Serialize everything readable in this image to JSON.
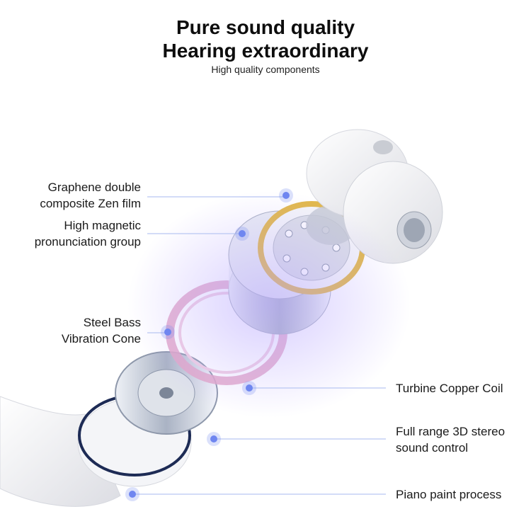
{
  "header": {
    "title_line1": "Pure sound quality",
    "title_line2": "Hearing extraordinary",
    "subtitle": "High quality components"
  },
  "callouts": {
    "graphene_line1": "Graphene double",
    "graphene_line2": "composite Zen film",
    "magnetic_line1": "High magnetic",
    "magnetic_line2": "pronunciation group",
    "steel_line1": "Steel Bass",
    "steel_line2": "Vibration Cone",
    "coil": "Turbine Copper Coil",
    "stereo_line1": "Full range 3D stereo",
    "stereo_line2": "sound control",
    "piano": "Piano paint process"
  },
  "colors": {
    "accent_dot": "#6f86f0",
    "leader_line": "#b9c6f2",
    "gold_ring": "#e2b84a",
    "copper_coil": "#e3a7c8"
  }
}
